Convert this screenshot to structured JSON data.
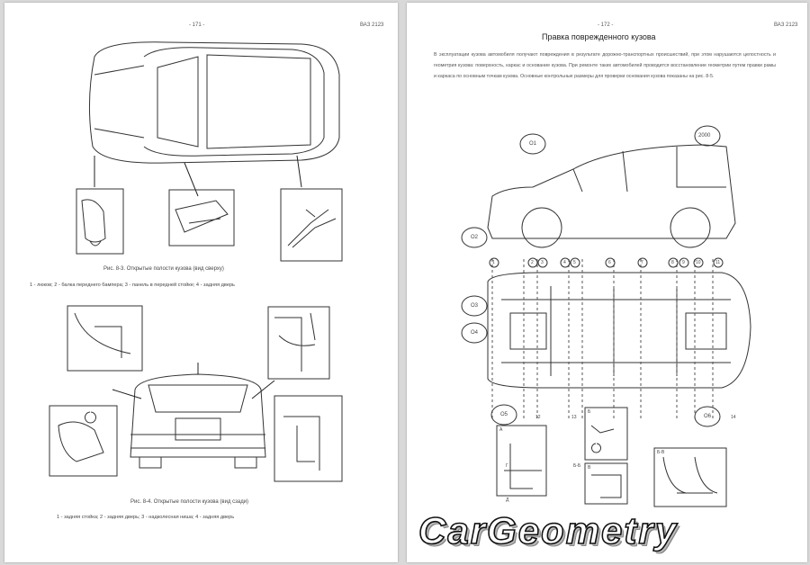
{
  "left_page": {
    "header_center": "- 171 -",
    "header_right": "ВАЗ 2123",
    "fig1_caption": "Рис. 8-3. Открытые полости кузова (вид сверху)",
    "fig1_legend": "1 - люков; 2 - балка переднего бампера; 3 - панель в передней стойке; 4 - задняя дверь",
    "fig2_caption": "Рис. 8-4. Открытые полости кузова (вид сзади)",
    "fig2_legend": "1 - задняя стойка; 2 - задняя дверь; 3 - надколесная ниша; 4 - задняя дверь"
  },
  "right_page": {
    "header_center": "- 172 -",
    "header_right": "ВАЗ 2123",
    "title": "Правка поврежденного кузова",
    "paragraph": "В эксплуатации кузова автомобиля получают повреждения в результате дорожно-транспортных происшествий, при этом нарушаются целостность и геометрия кузова: поверхность, каркас и основание кузова. При ремонте таких автомобилей проводится восстановление геометрии путем правки рамы и каркаса по основным точкам кузова. Основные контрольные размеры для проверки основания кузова показаны на рис. 8-5.",
    "callouts_left": [
      "О1",
      "О2",
      "О3",
      "О4",
      "О5"
    ],
    "callouts_right": [
      "2000",
      "О6"
    ],
    "numbers": [
      "1",
      "2",
      "3",
      "4",
      "5",
      "6",
      "7",
      "8",
      "9",
      "10",
      "11",
      "12",
      "13",
      "14"
    ],
    "detail_labels": [
      "А",
      "Б",
      "В",
      "Г",
      "Д",
      "Б-Б",
      "Б-В"
    ]
  },
  "watermark": {
    "text": "CarGeometry"
  }
}
